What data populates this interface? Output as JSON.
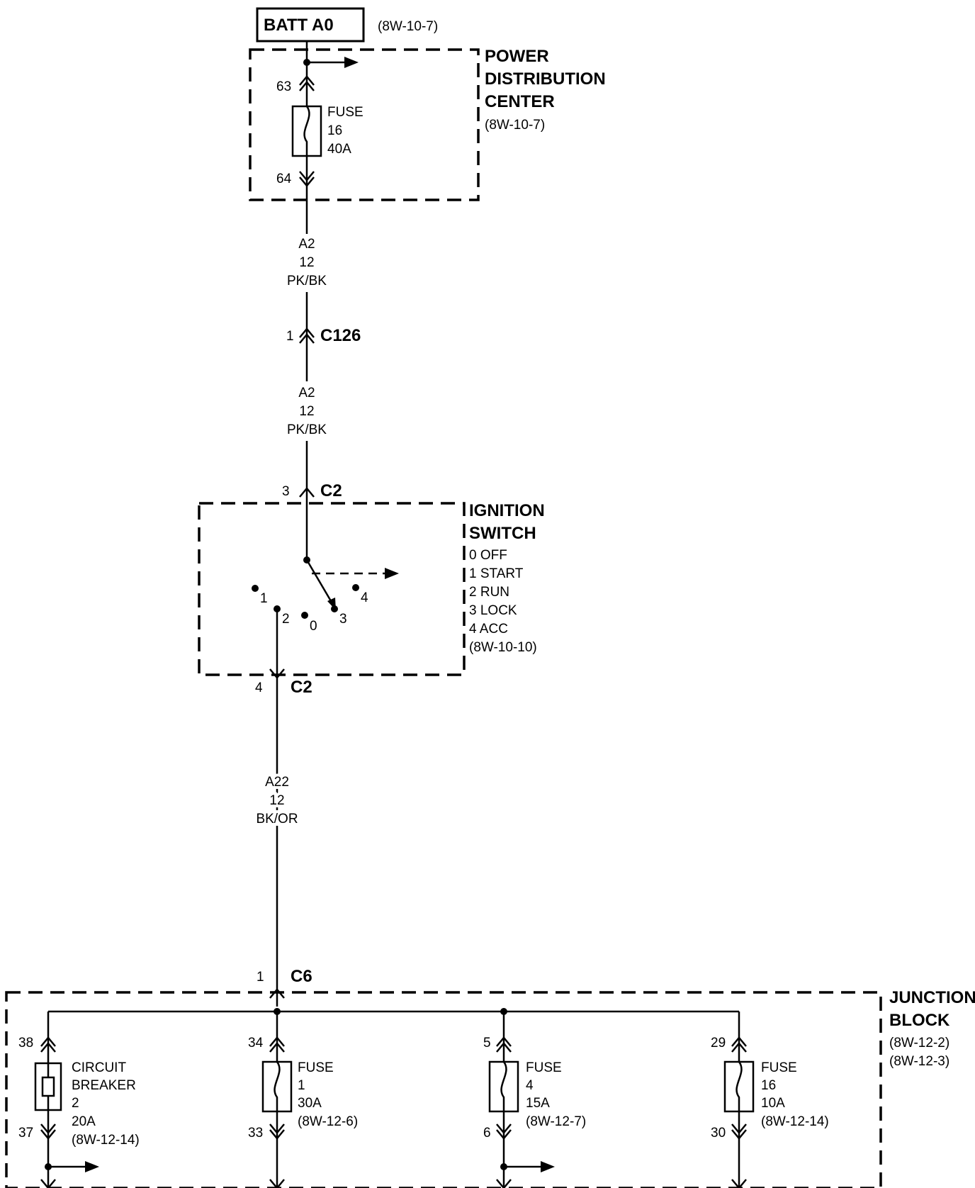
{
  "source": {
    "label": "BATT A0",
    "ref": "(8W-10-7)"
  },
  "pdc": {
    "name_lines": [
      "POWER",
      "DISTRIBUTION",
      "CENTER"
    ],
    "ref": "(8W-10-7)",
    "cavity_in": "63",
    "cavity_out": "64",
    "fuse_lines": [
      "FUSE",
      "16",
      "40A"
    ]
  },
  "wire_top": {
    "circuit": "A2",
    "gauge": "12",
    "color": "PK/BK"
  },
  "c126": {
    "pin": "1",
    "name": "C126"
  },
  "wire_mid": {
    "circuit": "A2",
    "gauge": "12",
    "color": "PK/BK"
  },
  "c2_top": {
    "pin": "3",
    "name": "C2"
  },
  "ignition": {
    "name_lines": [
      "IGNITION",
      "SWITCH"
    ],
    "positions": [
      "0 OFF",
      "1 START",
      "2 RUN",
      "3 LOCK",
      "4 ACC"
    ],
    "ref": "(8W-10-10)",
    "contact_labels": [
      "1",
      "2",
      "0",
      "3",
      "4"
    ]
  },
  "c2_bottom": {
    "pin": "4",
    "name": "C2"
  },
  "wire_low": {
    "circuit": "A22",
    "gauge": "12",
    "color": "BK/OR"
  },
  "c6": {
    "pin": "1",
    "name": "C6"
  },
  "junction": {
    "name_lines": [
      "JUNCTION",
      "BLOCK"
    ],
    "refs": [
      "(8W-12-2)",
      "(8W-12-3)"
    ],
    "branches": [
      {
        "cav_in": "38",
        "cav_out": "37",
        "lines": [
          "CIRCUIT",
          "BREAKER",
          "2",
          "20A",
          "(8W-12-14)"
        ]
      },
      {
        "cav_in": "34",
        "cav_out": "33",
        "lines": [
          "FUSE",
          "1",
          "30A",
          "(8W-12-6)"
        ]
      },
      {
        "cav_in": "5",
        "cav_out": "6",
        "lines": [
          "FUSE",
          "4",
          "15A",
          "(8W-12-7)"
        ]
      },
      {
        "cav_in": "29",
        "cav_out": "30",
        "lines": [
          "FUSE",
          "16",
          "10A",
          "(8W-12-14)"
        ]
      }
    ]
  }
}
